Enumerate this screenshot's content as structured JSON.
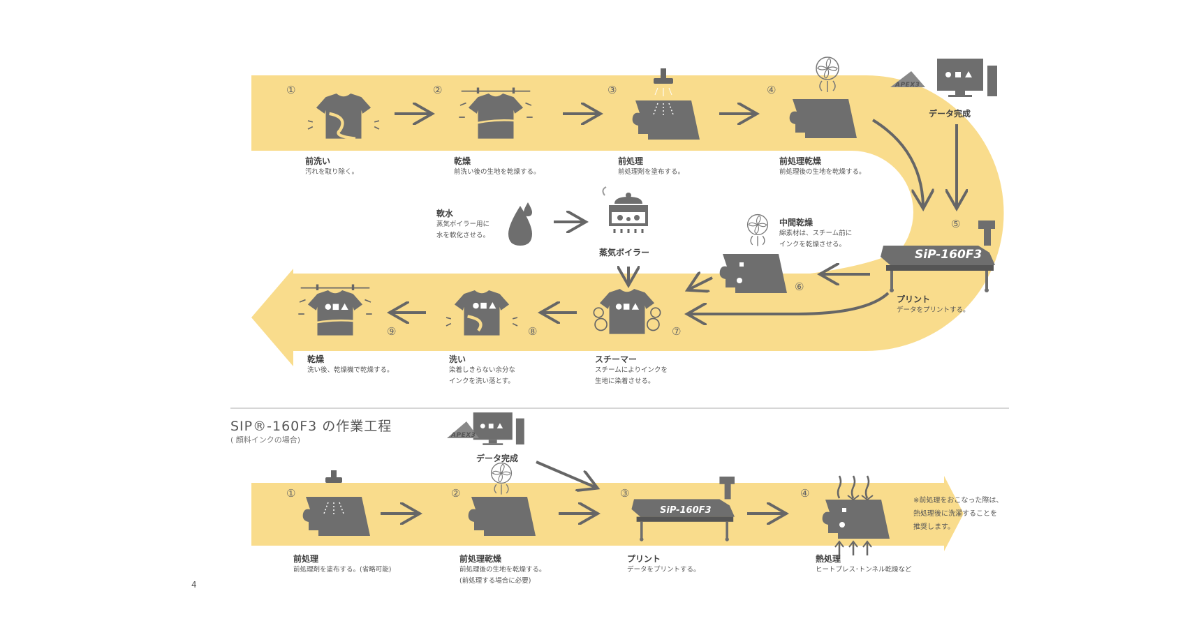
{
  "top": {
    "steps": [
      {
        "num": "①",
        "title": "前洗い",
        "desc": [
          "汚れを取り除く。"
        ]
      },
      {
        "num": "②",
        "title": "乾燥",
        "desc": [
          "前洗い後の生地を乾燥する。"
        ]
      },
      {
        "num": "③",
        "title": "前処理",
        "desc": [
          "前処理剤を塗布する。"
        ]
      },
      {
        "num": "④",
        "title": "前処理乾燥",
        "desc": [
          "前処理後の生地を乾燥する。"
        ]
      },
      {
        "num": "⑤",
        "title": "プリント",
        "desc": [
          "データをプリントする。"
        ]
      },
      {
        "num": "⑥",
        "title": "中間乾燥",
        "desc": [
          "綿素材は、スチーム前に",
          "インクを乾燥させる。"
        ]
      },
      {
        "num": "⑦",
        "title": "スチーマー",
        "desc": [
          "スチームによりインクを",
          "生地に染着させる。"
        ]
      },
      {
        "num": "⑧",
        "title": "洗い",
        "desc": [
          "染着しきらない余分な",
          "インクを洗い落とす。"
        ]
      },
      {
        "num": "⑨",
        "title": "乾燥",
        "desc": [
          "洗い後、乾燥機で乾燥する。"
        ]
      }
    ],
    "data_complete": "データ完成",
    "soft_water": {
      "title": "軟水",
      "desc": [
        "蒸気ボイラー用に",
        "水を軟化させる。"
      ]
    },
    "boiler": "蒸気ボイラー"
  },
  "section": {
    "title": "SIP®-160F3 の作業工程",
    "subtitle": "( 顔料インクの場合)"
  },
  "bottom": {
    "steps": [
      {
        "num": "①",
        "title": "前処理",
        "desc": [
          "前処理剤を塗布する。(省略可能)"
        ]
      },
      {
        "num": "②",
        "title": "前処理乾燥",
        "desc": [
          "前処理後の生地を乾燥する。",
          "(前処理する場合に必要)"
        ]
      },
      {
        "num": "③",
        "title": "プリント",
        "desc": [
          "データをプリントする。"
        ]
      },
      {
        "num": "④",
        "title": "熱処理",
        "desc": [
          "ヒートプレス･トンネル乾燥など"
        ]
      }
    ],
    "data_complete": "データ完成",
    "note": [
      "※前処理をおこなった際は、",
      "熱処理後に洗濯することを",
      "推奨します。"
    ]
  },
  "logo_text": "APEX3",
  "printer_brand": "SiP-160F3",
  "page_number": "4",
  "colors": {
    "band": "#f9dc8c",
    "icon": "#6e6e6e",
    "arrow": "#666666",
    "rule": "#c8c8c8"
  }
}
